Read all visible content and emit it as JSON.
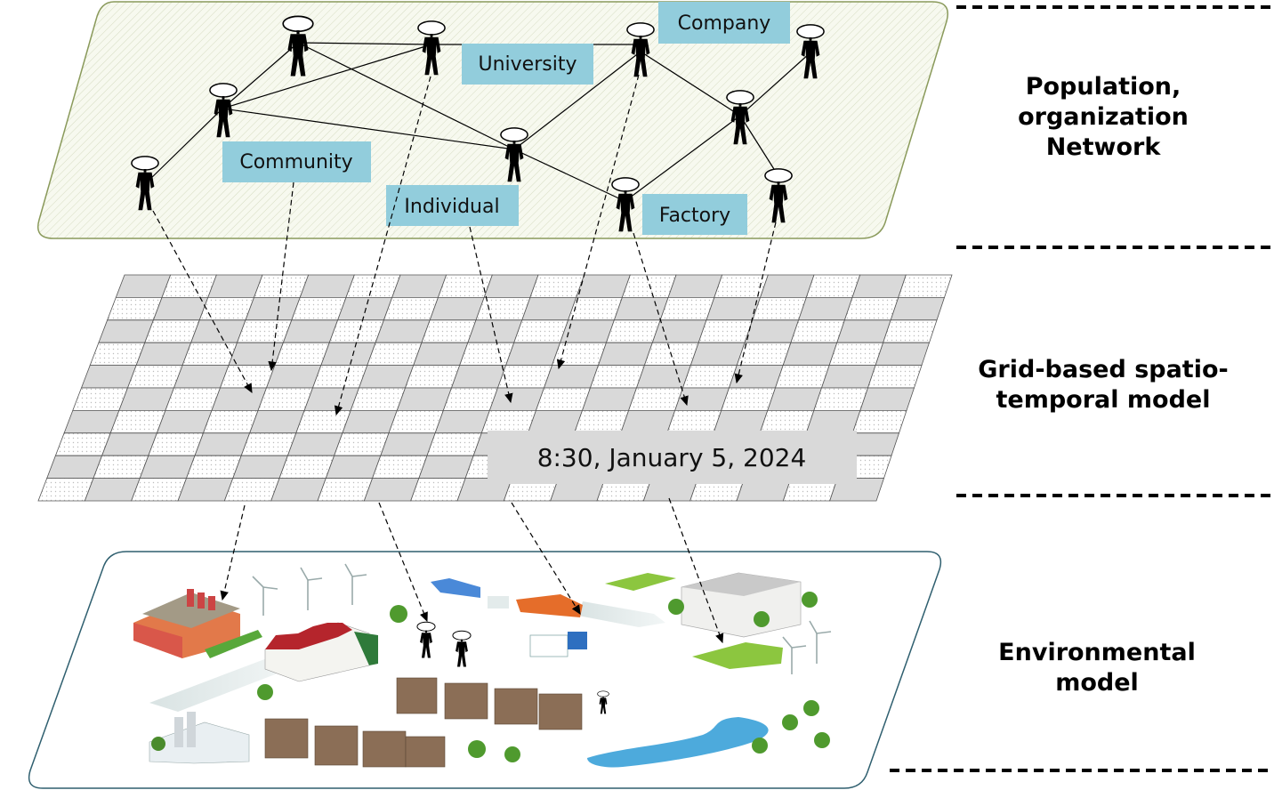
{
  "layers": {
    "population": {
      "label": "Population,\norganization\nNetwork"
    },
    "grid": {
      "label": "Grid-based spatio-\ntemporal model"
    },
    "environment": {
      "label": "Environmental\nmodel"
    }
  },
  "network_tags": {
    "company": "Company",
    "university": "University",
    "community": "Community",
    "individual": "Individual",
    "factory": "Factory"
  },
  "timestamp": "8:30, January 5, 2024",
  "colors": {
    "tag_fill": "#92cddc",
    "top_layer_border": "#8a9a5b",
    "bottom_layer_border": "#2f5f6f",
    "grid_dark": "#d9d9d9",
    "water": "#2e9bd6"
  }
}
